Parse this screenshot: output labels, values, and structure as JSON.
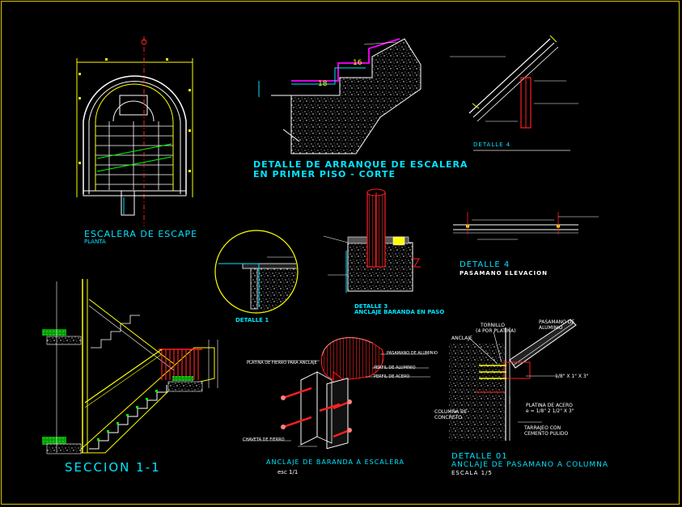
{
  "drawing": {
    "background": "#000000",
    "frame_color": "#d8c400",
    "planta_title": "ESCALERA DE ESCAPE",
    "planta_subtitle": "PLANTA",
    "arranque_title_1": "DETALLE DE ARRANQUE DE ESCALERA",
    "arranque_title_2": "EN PRIMER PISO - CORTE",
    "step_1": "18",
    "step_2": "16",
    "detalle4_upper": "DETALLE 4",
    "detalle4_lower": "DETALLE 4",
    "pasamano_elevacion": "PASAMANO ELEVACION",
    "detalle1_small": "DETALLE 1",
    "detalle3_title": "DETALLE 3",
    "detalle3_sub": "ANCLAJE BARANDA EN PASO",
    "seccion_title": "SECCION 1-1",
    "anclaje_title": "ANCLAJE DE BARANDA A ESCALERA",
    "anclaje_scale": "esc 1/1",
    "pasamano_aluminio": "PASAMANO DE ALUMINIO",
    "platina_fierro": "PLATINA DE FIERRO PARA ANCLAJE",
    "perfil_aluminio": "PERFIL DE ALUMINIO",
    "perfil_acero": "PERFIL DE ACERO",
    "chaveta": "CHAVETA DE FIERRO",
    "detalle01_title": "DETALLE 01",
    "detalle01_sub": "ANCLAJE DE PASAMANO A COLUMNA",
    "detalle01_scale": "ESCALA 1/5",
    "tornillo": "TORNILLO",
    "por_platina": "(4 POR PLATINA)",
    "anclaje": "ANCLAJE",
    "pasamano_de": "PASAMANO DE",
    "aluminio": "ALUMINIO",
    "dim_tubo": "1/8\" X 1\" X 3\"",
    "columna": "COLUMNA DE",
    "concreto": "CONCRETO",
    "platina_acero": "PLATINA DE ACERO",
    "platina_dim": "e = 1/8\" 2 1/2\" X 3\"",
    "tarrajeo": "TARRAJEO CON",
    "cemento": "CEMENTO PULIDO"
  }
}
